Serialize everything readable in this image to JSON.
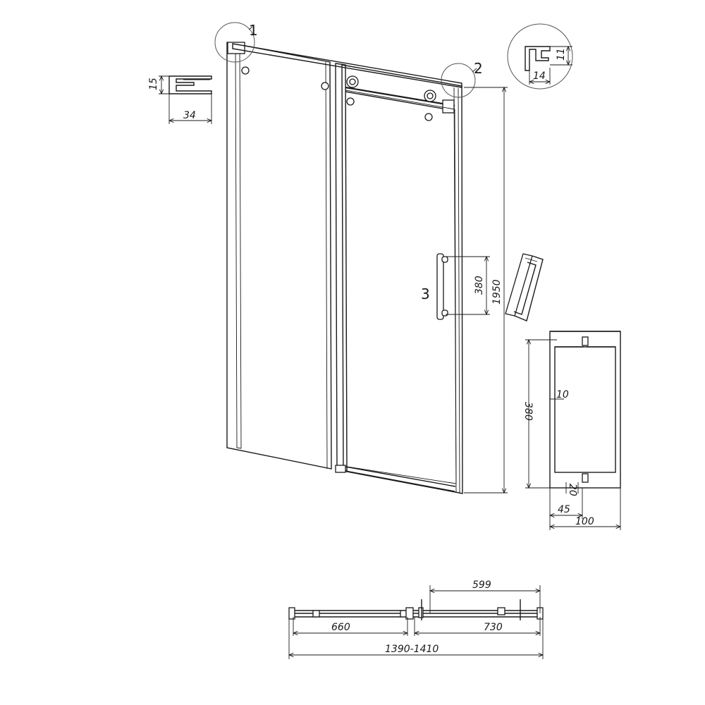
{
  "callouts": {
    "c1": "1",
    "c2": "2",
    "c3": "3"
  },
  "dimensions": {
    "profile1_height": "15",
    "profile1_width": "34",
    "profile2_height": "11",
    "profile2_width": "14",
    "door_height": "1950",
    "handle_span": "380",
    "handle_detail_span": "380",
    "handle_bar_offset": "10",
    "handle_post": "20",
    "handle_depth": "45",
    "handle_total": "100",
    "plan_opening": "599",
    "plan_fixed": "660",
    "plan_slider": "730",
    "plan_total": "1390-1410"
  }
}
